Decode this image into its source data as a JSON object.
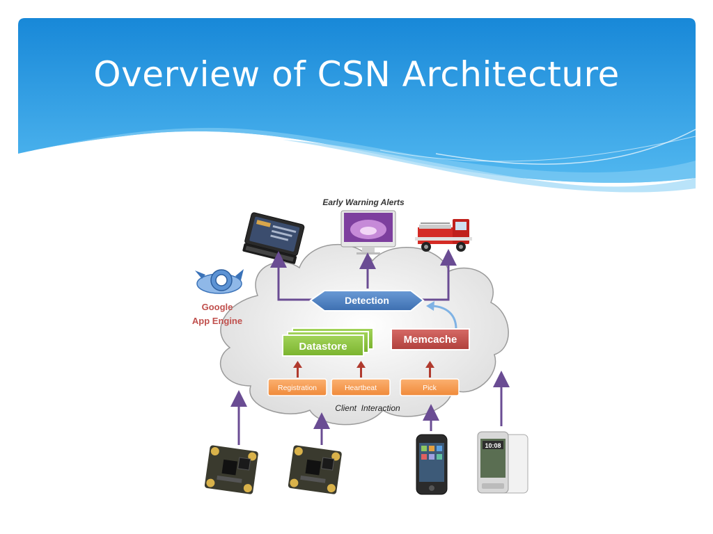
{
  "slide": {
    "title": "Overview of CSN Architecture"
  },
  "diagram": {
    "early_warning_label": "Early Warning Alerts",
    "platform": {
      "line1": "Google",
      "line2": "App Engine",
      "icon": "google-app-engine-icon"
    },
    "detection_label": "Detection",
    "datastore_label": "Datastore",
    "memcache_label": "Memcache",
    "registration_label": "Registration",
    "heartbeat_label": "Heartbeat",
    "pick_label": "Pick",
    "client_interaction_label": "Client  Interaction",
    "phone_time": "10:08",
    "colors": {
      "header_blue": "#1a8fdc",
      "detection_blue": "#4a7fc3",
      "datastore_green": "#8dc63f",
      "memcache_red": "#c0504d",
      "orange": "#f79646",
      "arrow_purple": "#6a4c93",
      "arrow_red": "#b03a2e"
    }
  }
}
